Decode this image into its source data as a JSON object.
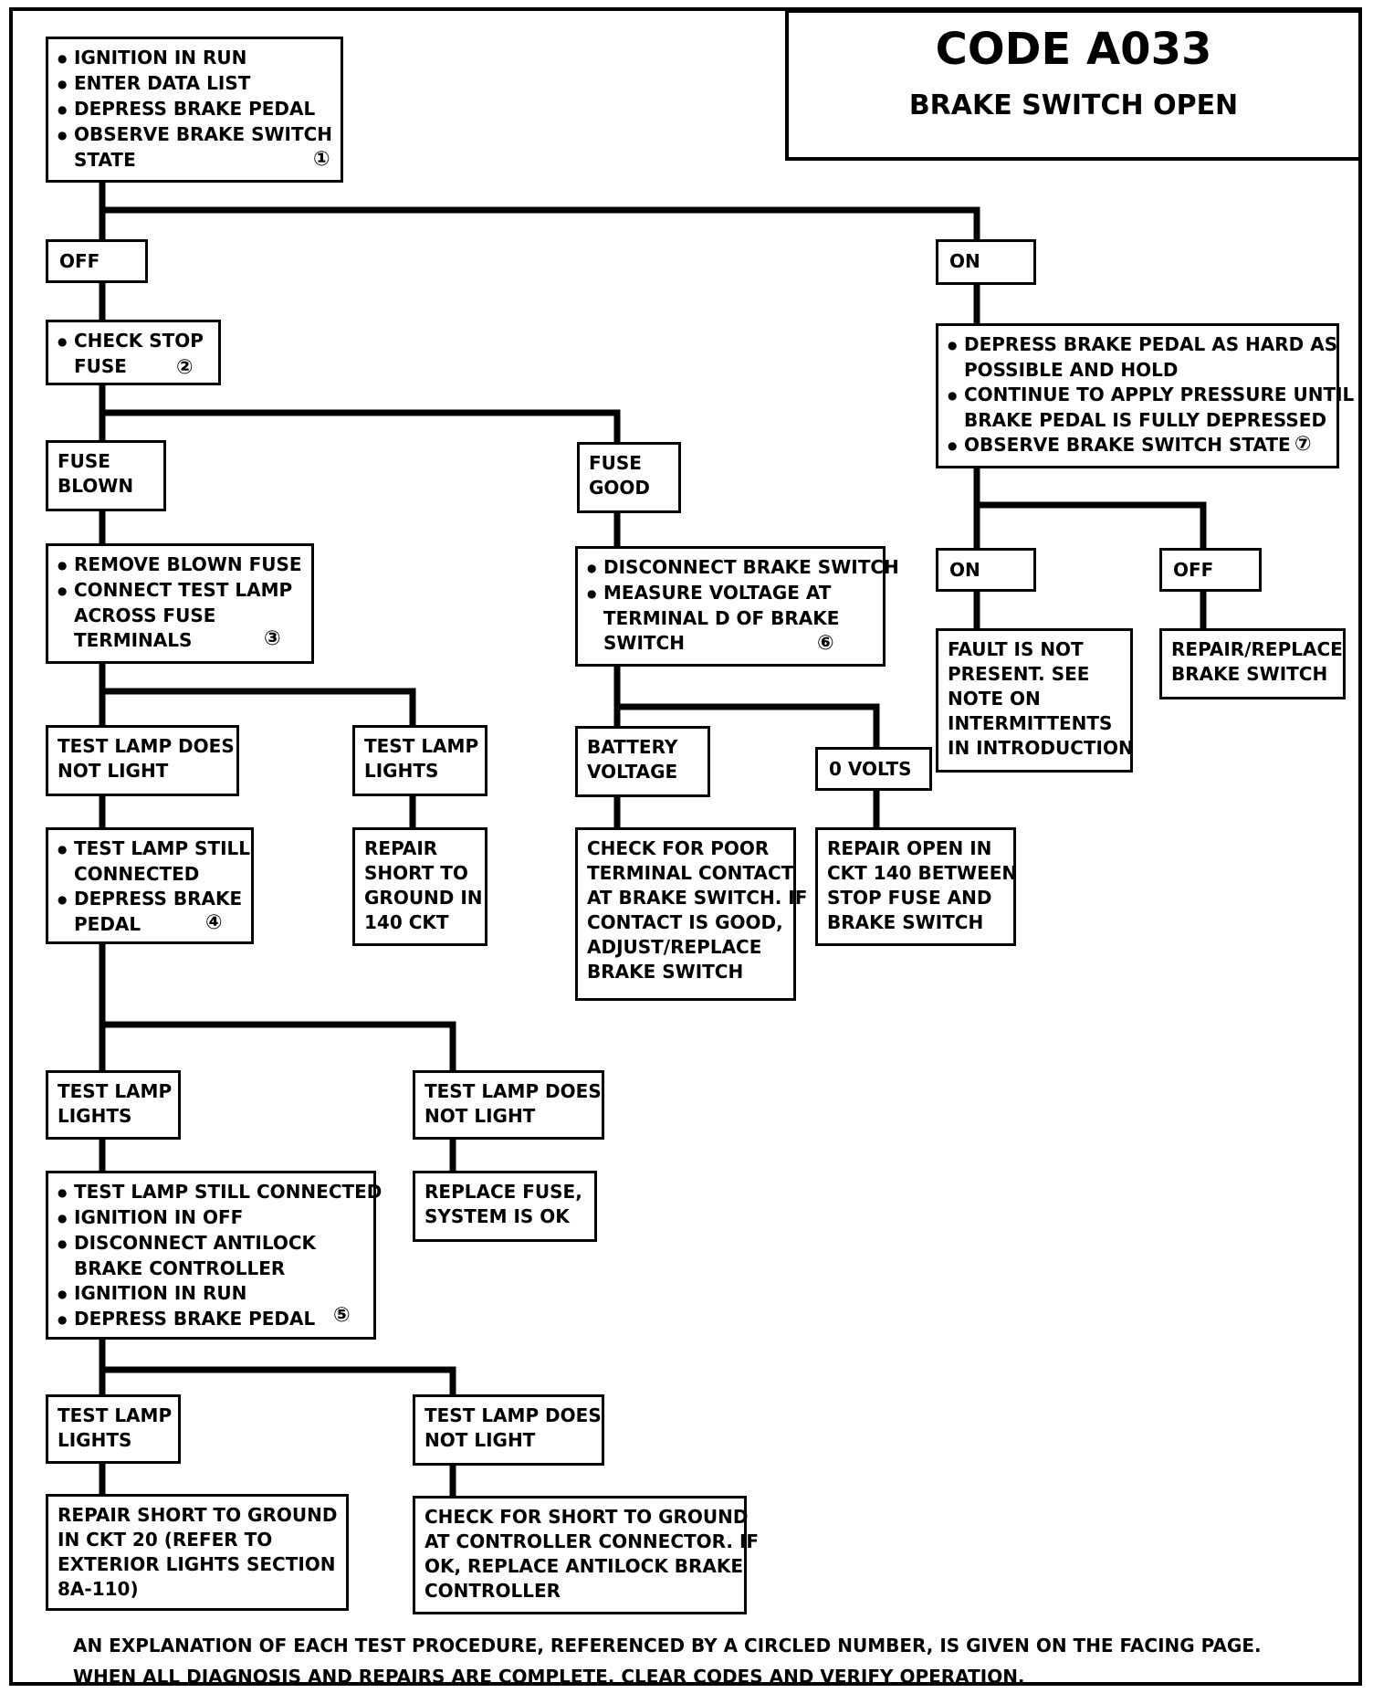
{
  "header": {
    "code": "CODE A033",
    "subtitle": "BRAKE SWITCH OPEN"
  },
  "nodes": {
    "step1": {
      "lines": [
        "IGNITION IN RUN",
        "ENTER DATA LIST",
        "DEPRESS BRAKE PEDAL",
        "OBSERVE BRAKE SWITCH",
        "STATE"
      ],
      "ref": "①"
    },
    "off1": "OFF",
    "on1": "ON",
    "step2": {
      "lines": [
        "CHECK STOP",
        "FUSE"
      ],
      "ref": "②"
    },
    "fuse_blown": [
      "FUSE",
      "BLOWN"
    ],
    "fuse_good": [
      "FUSE",
      "GOOD"
    ],
    "step3": {
      "lines": [
        "REMOVE BLOWN FUSE",
        "CONNECT TEST LAMP",
        "ACROSS FUSE",
        "TERMINALS"
      ],
      "ref": "③"
    },
    "step6": {
      "lines": [
        "DISCONNECT BRAKE SWITCH",
        "MEASURE VOLTAGE AT",
        "TERMINAL D OF BRAKE",
        "SWITCH"
      ],
      "ref": "⑥"
    },
    "step7": {
      "lines": [
        "DEPRESS BRAKE PEDAL AS HARD AS",
        "POSSIBLE AND HOLD",
        "CONTINUE TO APPLY PRESSURE UNTIL",
        "BRAKE PEDAL IS FULLY DEPRESSED",
        "OBSERVE BRAKE SWITCH STATE"
      ],
      "ref": "⑦"
    },
    "on2": "ON",
    "off2": "OFF",
    "fault_not_present": [
      "FAULT IS NOT",
      "PRESENT. SEE",
      "NOTE ON",
      "INTERMITTENTS",
      "IN INTRODUCTION"
    ],
    "repair_replace_switch": [
      "REPAIR/REPLACE",
      "BRAKE SWITCH"
    ],
    "tl_not_light_1": [
      "TEST LAMP DOES",
      "NOT LIGHT"
    ],
    "tl_lights_1": [
      "TEST LAMP",
      "LIGHTS"
    ],
    "battery_voltage": [
      "BATTERY",
      "VOLTAGE"
    ],
    "zero_volts": "0 VOLTS",
    "step4": {
      "lines": [
        "TEST LAMP STILL",
        "CONNECTED",
        "DEPRESS BRAKE",
        "PEDAL"
      ],
      "ref": "④"
    },
    "repair_short_140": [
      "REPAIR",
      "SHORT TO",
      "GROUND IN",
      "140 CKT"
    ],
    "check_poor_contact": [
      "CHECK FOR POOR",
      "TERMINAL CONTACT",
      "AT BRAKE SWITCH. IF",
      "CONTACT IS GOOD,",
      "ADJUST/REPLACE",
      "BRAKE SWITCH"
    ],
    "repair_open_140": [
      "REPAIR OPEN IN",
      "CKT 140 BETWEEN",
      "STOP FUSE AND",
      "BRAKE SWITCH"
    ],
    "tl_lights_2": [
      "TEST LAMP",
      "LIGHTS"
    ],
    "tl_not_light_2": [
      "TEST LAMP DOES",
      "NOT LIGHT"
    ],
    "step5": {
      "lines": [
        "TEST LAMP STILL CONNECTED",
        "IGNITION IN OFF",
        "DISCONNECT ANTILOCK",
        "BRAKE CONTROLLER",
        "IGNITION IN RUN",
        "DEPRESS BRAKE PEDAL"
      ],
      "ref": "⑤"
    },
    "replace_fuse": [
      "REPLACE FUSE,",
      "SYSTEM IS OK"
    ],
    "tl_lights_3": [
      "TEST LAMP",
      "LIGHTS"
    ],
    "tl_not_light_3": [
      "TEST LAMP DOES",
      "NOT LIGHT"
    ],
    "repair_short_ckt20": [
      "REPAIR SHORT TO GROUND",
      "IN CKT 20 (REFER TO",
      "EXTERIOR LIGHTS SECTION",
      "8A-110)"
    ],
    "check_short_controller": [
      "CHECK FOR SHORT TO GROUND",
      "AT CONTROLLER CONNECTOR. IF",
      "OK, REPLACE ANTILOCK BRAKE",
      "CONTROLLER"
    ]
  },
  "footer": [
    "AN EXPLANATION OF EACH TEST PROCEDURE, REFERENCED BY A CIRCLED NUMBER, IS GIVEN ON THE FACING PAGE.",
    "WHEN ALL DIAGNOSIS AND REPAIRS ARE COMPLETE, CLEAR CODES AND VERIFY OPERATION."
  ]
}
